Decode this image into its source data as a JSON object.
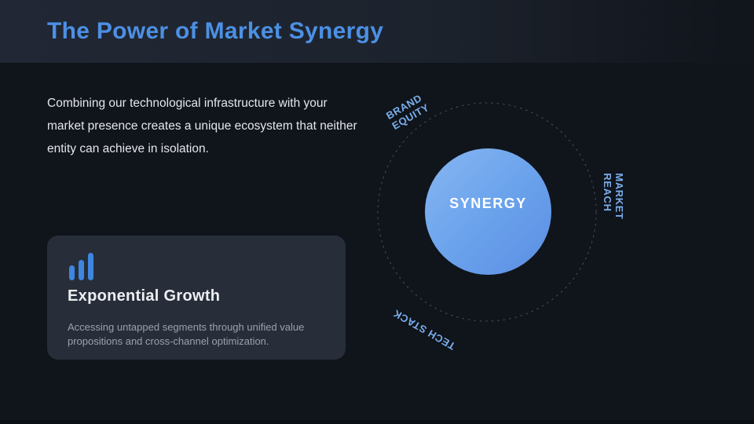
{
  "slide": {
    "title": "The Power of Market Synergy",
    "intro": "Combining our technological infrastructure with your market presence creates a unique ecosystem that neither entity can achieve in isolation.",
    "card": {
      "icon": "bar-chart-icon",
      "heading": "Exponential Growth",
      "description": "Accessing untapped segments through unified value propositions and cross-channel optimization."
    },
    "diagram": {
      "center_label": "SYNERGY",
      "orbit_labels": [
        {
          "id": "brand-equity",
          "line1": "BRAND",
          "line2": "EQUITY"
        },
        {
          "id": "market-reach",
          "line1": "MARKET",
          "line2": "REACH"
        },
        {
          "id": "tech-stack",
          "line1": "TECH STACK"
        }
      ]
    },
    "colors": {
      "title_blue": "#4c90e4",
      "orbit_label_blue": "#79aeec",
      "synergy_gradient_start": "#87b6f2",
      "synergy_gradient_end": "#5b8ee3",
      "icon_blue": "#3e86e0",
      "card_background": "#272e39",
      "header_background": "#212734",
      "body_background": "#10141b",
      "body_text": "#e4e7eb",
      "muted_text": "#99a1ab"
    }
  }
}
